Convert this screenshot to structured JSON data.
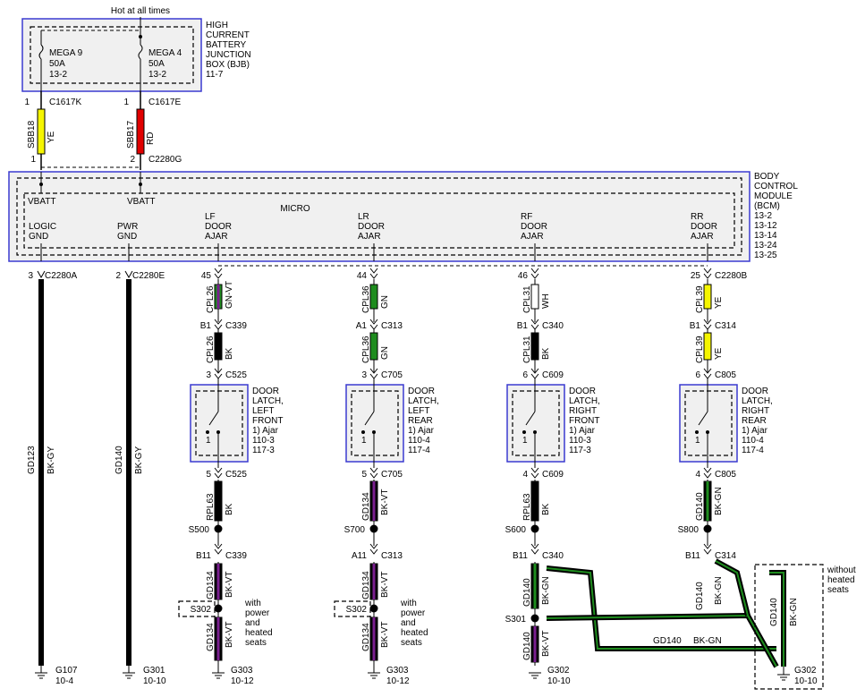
{
  "top": {
    "hot_label": "Hot at all times"
  },
  "bjb": {
    "label": [
      "HIGH",
      "CURRENT",
      "BATTERY",
      "JUNCTION",
      "BOX (BJB)",
      "11-7"
    ],
    "fuses": [
      {
        "name": "MEGA 9",
        "rating": "50A",
        "ref": "13-2"
      },
      {
        "name": "MEGA 4",
        "rating": "50A",
        "ref": "13-2"
      }
    ]
  },
  "supply": [
    {
      "pin_top": "1",
      "conn_top": "C1617K",
      "circuit": "SBB18",
      "color_code": "YE",
      "pin_bottom": "1",
      "conn_bottom": ""
    },
    {
      "pin_top": "1",
      "conn_top": "C1617E",
      "circuit": "SBB17",
      "color_code": "RD",
      "pin_bottom": "2",
      "conn_bottom": "C2280G"
    }
  ],
  "bcm": {
    "label": [
      "BODY",
      "CONTROL",
      "MODULE",
      "(BCM)",
      "13-2",
      "13-12",
      "13-14",
      "13-24",
      "13-25"
    ],
    "micro": "MICRO",
    "vbatt": [
      "VBATT",
      "VBATT"
    ],
    "inputs": [
      [
        "LOGIC",
        "GND"
      ],
      [
        "PWR",
        "GND"
      ],
      [
        "LF",
        "DOOR",
        "AJAR"
      ],
      [
        "LR",
        "DOOR",
        "AJAR"
      ],
      [
        "RF",
        "DOOR",
        "AJAR"
      ],
      [
        "RR",
        "DOOR",
        "AJAR"
      ]
    ]
  },
  "grounds": [
    {
      "pin": "3",
      "conn": "C2280A",
      "circuit": "GD123",
      "color_code": "BK-GY",
      "ground": "G107",
      "ref": "10-4"
    },
    {
      "pin": "2",
      "conn": "C2280E",
      "circuit": "GD140",
      "color_code": "BK-GY",
      "ground": "G301",
      "ref": "10-10"
    }
  ],
  "doors": [
    {
      "bcm_pin": "45",
      "bcm_conn": "",
      "seg1": {
        "circuit": "CPL26",
        "color_code": "GN-VT"
      },
      "inline": {
        "pin": "B1",
        "conn": "C339"
      },
      "seg2": {
        "circuit": "CPL26",
        "color_code": "BK"
      },
      "latch_in": {
        "pin": "3",
        "conn": "C525"
      },
      "latch_label": [
        "DOOR",
        "LATCH,",
        "LEFT",
        "FRONT",
        "1) Ajar",
        "110-3",
        "117-3"
      ],
      "latch_pin1": "1",
      "latch_out": {
        "pin": "5",
        "conn": "C525"
      },
      "seg3": {
        "circuit": "RPL63",
        "color_code": "BK"
      },
      "splice": "S500",
      "inline2": {
        "pin": "B11",
        "conn": "C339"
      },
      "seg4": {
        "circuit": "GD134",
        "color_code": "BK-VT"
      },
      "splice2": "S302",
      "splice2_note": [
        "with",
        "power",
        "and",
        "heated",
        "seats"
      ],
      "seg5": {
        "circuit": "GD134",
        "color_code": "BK-VT"
      },
      "ground": "G303",
      "ground_ref": "10-12"
    },
    {
      "bcm_pin": "44",
      "bcm_conn": "",
      "seg1": {
        "circuit": "CPL36",
        "color_code": "GN"
      },
      "inline": {
        "pin": "A1",
        "conn": "C313"
      },
      "seg2": {
        "circuit": "CPL36",
        "color_code": "GN"
      },
      "latch_in": {
        "pin": "3",
        "conn": "C705"
      },
      "latch_label": [
        "DOOR",
        "LATCH,",
        "LEFT",
        "REAR",
        "1) Ajar",
        "110-4",
        "117-4"
      ],
      "latch_pin1": "1",
      "latch_out": {
        "pin": "5",
        "conn": "C705"
      },
      "seg3": {
        "circuit": "GD134",
        "color_code": "BK-VT"
      },
      "splice": "S700",
      "inline2": {
        "pin": "A11",
        "conn": "C313"
      },
      "seg4": {
        "circuit": "GD134",
        "color_code": "BK-VT"
      },
      "splice2": "S302",
      "splice2_note": [
        "with",
        "power",
        "and",
        "heated",
        "seats"
      ],
      "seg5": {
        "circuit": "GD134",
        "color_code": "BK-VT"
      },
      "ground": "G303",
      "ground_ref": "10-12"
    },
    {
      "bcm_pin": "46",
      "bcm_conn": "",
      "seg1": {
        "circuit": "CPL31",
        "color_code": "WH"
      },
      "inline": {
        "pin": "B1",
        "conn": "C340"
      },
      "seg2": {
        "circuit": "CPL31",
        "color_code": "BK"
      },
      "latch_in": {
        "pin": "6",
        "conn": "C609"
      },
      "latch_label": [
        "DOOR",
        "LATCH,",
        "RIGHT",
        "FRONT",
        "1) Ajar",
        "110-3",
        "117-3"
      ],
      "latch_pin1": "1",
      "latch_out": {
        "pin": "4",
        "conn": "C609"
      },
      "seg3": {
        "circuit": "RPL63",
        "color_code": "BK"
      },
      "splice": "S600",
      "inline2": {
        "pin": "B11",
        "conn": "C340"
      },
      "seg4": {
        "circuit": "GD140",
        "color_code": "BK-GN"
      },
      "splice2": "S301",
      "seg5": {
        "circuit": "GD140",
        "color_code": "BK-VT"
      },
      "ground": "G302",
      "ground_ref": "10-10"
    },
    {
      "bcm_pin": "25",
      "bcm_conn": "C2280B",
      "seg1": {
        "circuit": "CPL39",
        "color_code": "YE"
      },
      "inline": {
        "pin": "B1",
        "conn": "C314"
      },
      "seg2": {
        "circuit": "CPL39",
        "color_code": "YE"
      },
      "latch_in": {
        "pin": "6",
        "conn": "C805"
      },
      "latch_label": [
        "DOOR",
        "LATCH,",
        "RIGHT",
        "REAR",
        "1) Ajar",
        "110-4",
        "117-4"
      ],
      "latch_pin1": "1",
      "latch_out": {
        "pin": "4",
        "conn": "C805"
      },
      "seg3": {
        "circuit": "GD140",
        "color_code": "BK-GN"
      },
      "splice": "S800",
      "inline2": {
        "pin": "B11",
        "conn": "C314"
      },
      "seg4": {
        "circuit": "GD140",
        "color_code": "BK-GN"
      }
    }
  ],
  "bus": {
    "circuit": "GD140",
    "color_code": "BK-GN"
  },
  "right_ground": {
    "note": [
      "without",
      "heated",
      "seats"
    ],
    "circuit": "GD140",
    "color_code": "BK-GN",
    "ground": "G302",
    "ground_ref": "10-10"
  },
  "colors": {
    "YE": "#f5f500",
    "RD": "#e00000",
    "GN": "#1e8c1e",
    "VT": "#7a1f8f",
    "BK": "#000000",
    "GY": "#888888",
    "WH": "#ffffff",
    "box_border": "#3a3ad0",
    "box_fill": "#f0f0f0"
  }
}
